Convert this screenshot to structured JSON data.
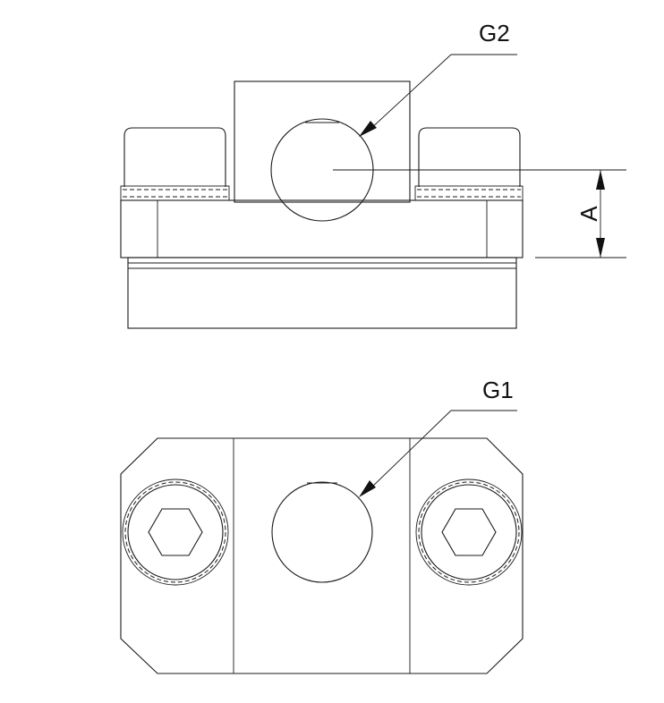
{
  "labels": {
    "g2": "G2",
    "g1": "G1",
    "a": "A"
  },
  "colors": {
    "line": "#1a1a1a",
    "background": "#ffffff"
  }
}
